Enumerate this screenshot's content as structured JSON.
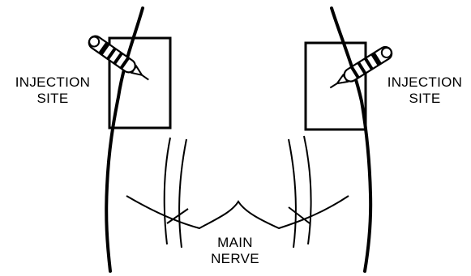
{
  "labels": {
    "left_injection": {
      "line1": "INJECTION",
      "line2": "SITE"
    },
    "right_injection": {
      "line1": "INJECTION",
      "line2": "SITE"
    },
    "main_nerve": {
      "line1": "MAIN",
      "line2": "NERVE"
    }
  },
  "colors": {
    "ink": "#000000",
    "background": "#ffffff"
  },
  "icons": {
    "syringe": "syringe-icon"
  }
}
